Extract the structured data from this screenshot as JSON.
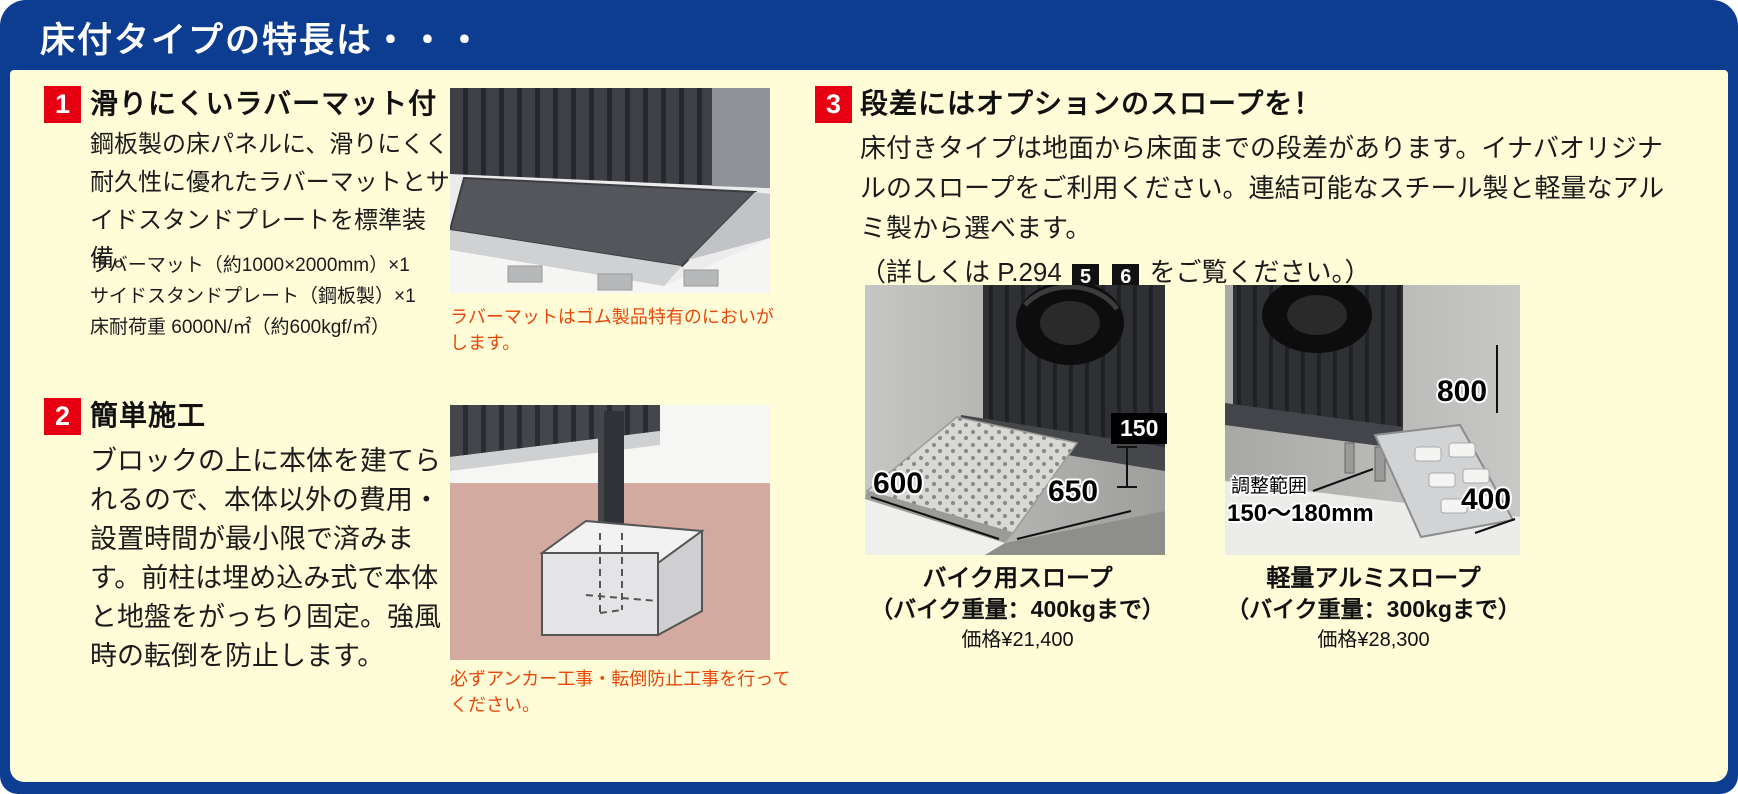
{
  "page": {
    "title": "床付タイプの特長は・・・"
  },
  "colors": {
    "accent_blue": "#0d3d90",
    "background_cream": "#fffcd8",
    "badge_red": "#e60012",
    "caption_red": "#e84709"
  },
  "sections": {
    "s1": {
      "number": "1",
      "title": "滑りにくいラバーマット付",
      "body": "鋼板製の床パネルに、滑りにくく耐久性に優れたラバーマットとサイドスタンドプレートを標準装備。",
      "specs": [
        "ラバーマット（約1000×2000mm）×1",
        "サイドスタンドプレート（鋼板製）×1",
        "床耐荷重 6000N/㎡（約600kgf/㎡）"
      ],
      "caption": "ラバーマットはゴム製品特有のにおいがします。"
    },
    "s2": {
      "number": "2",
      "title": "簡単施工",
      "body": "ブロックの上に本体を建てられるので、本体以外の費用・設置時間が最小限で済みます。前柱は埋め込み式で本体と地盤をがっちり固定。強風時の転倒を防止します。",
      "caption": "必ずアンカー工事・転倒防止工事を行ってください。"
    },
    "s3": {
      "number": "3",
      "title": "段差にはオプションのスロープを！",
      "body": "床付きタイプは地面から床面までの段差があります。イナバオリジナルのスロープをご利用ください。連結可能なスチール製と軽量なアルミ製から選べます。",
      "note_prefix": "（詳しくは P.294",
      "note_refs": [
        "5",
        "6"
      ],
      "note_suffix": "をご覧ください。）",
      "products": [
        {
          "name": "バイク用スロープ",
          "capacity": "（バイク重量：400kgまで）",
          "price": "価格¥21,400",
          "dim_width": "600",
          "dim_length": "650",
          "dim_height": "150"
        },
        {
          "name": "軽量アルミスロープ",
          "capacity": "（バイク重量：300kgまで）",
          "price": "価格¥28,300",
          "dim_length": "800",
          "dim_width": "400",
          "adjust_label": "調整範囲",
          "adjust_value": "150〜180mm"
        }
      ]
    }
  }
}
